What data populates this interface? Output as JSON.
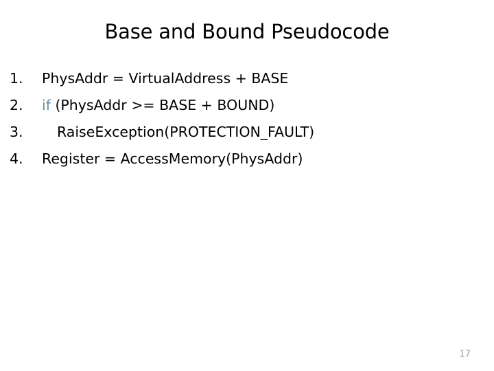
{
  "slide": {
    "title": "Base and Bound Pseudocode",
    "background_color": "#ffffff",
    "text_color": "#000000",
    "keyword_color": "#6F8FA3",
    "page_number_color": "#9b9b9b",
    "page_number": "17",
    "pseudocode": [
      {
        "number": "1.",
        "indent": 0,
        "keyword": "",
        "text": "PhysAddr = VirtualAddress + BASE",
        "full": "PhysAddr = VirtualAddress + BASE"
      },
      {
        "number": "2.",
        "indent": 0,
        "keyword": "if",
        "text": " (PhysAddr >= BASE + BOUND)",
        "full": "if (PhysAddr >= BASE + BOUND)"
      },
      {
        "number": "3.",
        "indent": 1,
        "keyword": "",
        "text": "RaiseException(PROTECTION_FAULT)",
        "full": "RaiseException(PROTECTION_FAULT)"
      },
      {
        "number": "4.",
        "indent": 0,
        "keyword": "",
        "text": "Register = AccessMemory(PhysAddr)",
        "full": "Register = AccessMemory(PhysAddr)"
      }
    ]
  }
}
